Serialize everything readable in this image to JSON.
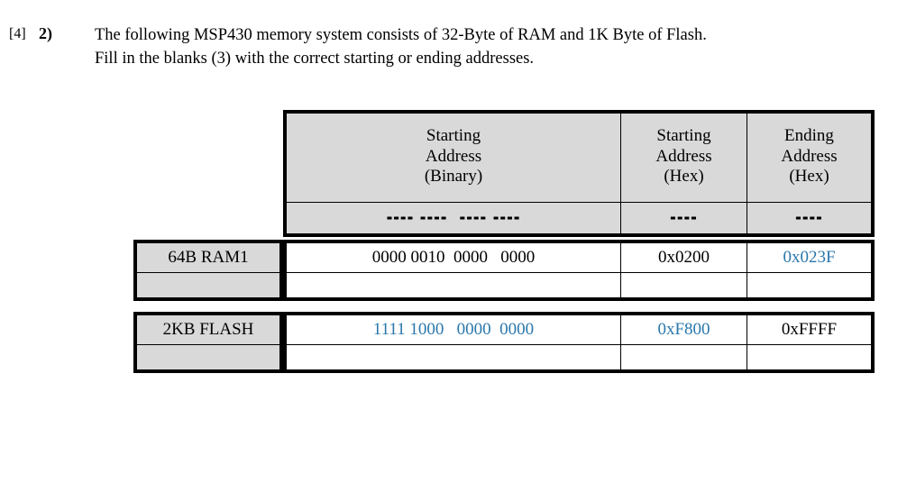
{
  "question": {
    "marks": "[4]",
    "number": "2)",
    "line1": "The following MSP430 memory system consists of 32-Byte of RAM and 1K Byte of Flash.",
    "line2": "Fill in the blanks (3) with the correct starting or ending addresses."
  },
  "colors": {
    "answer_blue": "#2a77ab",
    "header_gray": "#d9d9d9",
    "text_black": "#000000"
  },
  "table": {
    "columns": [
      {
        "id": "starting-address-binary",
        "line1": "Starting",
        "line2": "Address",
        "line3": "(Binary)",
        "dashes": "---- ----  ---- ----"
      },
      {
        "id": "starting-address-hex",
        "line1": "Starting",
        "line2": "Address",
        "line3": "(Hex)",
        "dashes": "----"
      },
      {
        "id": "ending-address-hex",
        "line1": "Ending",
        "line2": "Address",
        "line3": "(Hex)",
        "dashes": "----"
      }
    ],
    "rows": [
      {
        "id": "ram-row",
        "label": "64B RAM1",
        "binary": "0000 0010  0000   0000",
        "binary_is_answer": false,
        "start_hex": "0x0200",
        "start_hex_is_answer": false,
        "end_hex": "0x023F",
        "end_hex_is_answer": true
      },
      {
        "id": "flash-row",
        "label": "2KB FLASH",
        "binary": "1111 1000   0000  0000",
        "binary_is_answer": true,
        "start_hex": "0xF800",
        "start_hex_is_answer": true,
        "end_hex": "0xFFFF",
        "end_hex_is_answer": false
      }
    ]
  }
}
